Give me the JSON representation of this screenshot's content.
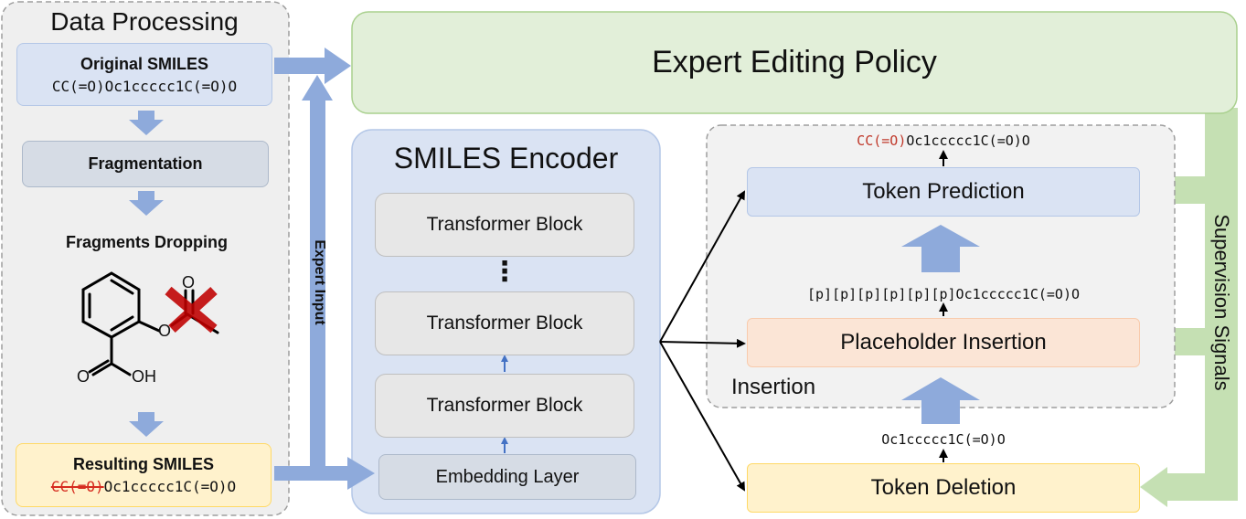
{
  "data_processing": {
    "title": "Data Processing",
    "original_title": "Original SMILES",
    "original_value": "CC(=O)Oc1ccccc1C(=O)O",
    "fragmentation": "Fragmentation",
    "dropping_title": "Fragments Dropping",
    "molecule_o_top": "O",
    "molecule_o_ring": "O",
    "molecule_o_acid": "O",
    "molecule_oh": "OH",
    "resulting_title": "Resulting SMILES",
    "resulting_struck": "CC(=O)",
    "resulting_rest": "Oc1ccccc1C(=O)O"
  },
  "expert_input": "Expert Input",
  "policy": {
    "title": "Expert Editing Policy"
  },
  "encoder": {
    "title": "SMILES Encoder",
    "block_top": "Transformer Block",
    "ellipsis": "⋮",
    "block_mid": "Transformer Block",
    "block_bottom": "Transformer Block",
    "embedding": "Embedding Layer"
  },
  "editing": {
    "prediction_out_red": "CC(=O)",
    "prediction_out_rest": "Oc1ccccc1C(=O)O",
    "token_prediction": "Token Prediction",
    "placeholder_out": "[p][p][p][p][p][p]Oc1ccccc1C(=O)O",
    "placeholder_insertion": "Placeholder Insertion",
    "insertion_label": "Insertion",
    "deletion_out": "Oc1ccccc1C(=O)O",
    "token_deletion": "Token Deletion"
  },
  "supervision": "Supervision Signals",
  "colors": {
    "arrow_blue": "#8eaadb",
    "supervision_green": "#c5e0b3",
    "policy_fill": "#e2efd9",
    "encoder_fill": "#dae3f3",
    "orange_fill": "#fbe5d6",
    "yellow_fill": "#fff2cc",
    "gray_fill": "#e7e7e7",
    "red": "#c0392b"
  }
}
